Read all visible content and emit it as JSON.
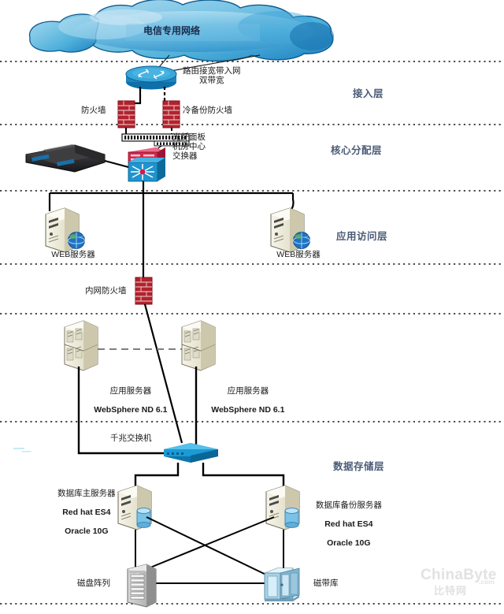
{
  "diagram": {
    "title": "电信专用网络",
    "cloud_label": "电信专用网络",
    "watermark_main": "ChinaByte",
    "watermark_suffix": ".com",
    "watermark_sub": "比特网"
  },
  "zones": [
    {
      "id": "access",
      "label": "接入层"
    },
    {
      "id": "core",
      "label": "核心分配层"
    },
    {
      "id": "app",
      "label": "应用访问层"
    },
    {
      "id": "storage",
      "label": "数据存储层"
    }
  ],
  "nodes": {
    "router": {
      "label": "路由接宽带入网\n双带宽",
      "icon": "router-icon"
    },
    "firewall": {
      "label": "防火墙",
      "icon": "firewall-icon"
    },
    "firewall_cold": {
      "label": "冷备份防火墙",
      "icon": "firewall-icon"
    },
    "fiber_panel": {
      "label": "光纤面板\n机房中心\n交换器",
      "icon": "fiber-panel-icon"
    },
    "core_switch": {
      "label": "",
      "icon": "core-switch-icon"
    },
    "black_device": {
      "label": "",
      "icon": "rack-appliance-icon"
    },
    "web_left": {
      "label": "WEB服务器",
      "icon": "web-server-icon"
    },
    "web_right": {
      "label": "WEB服务器",
      "icon": "web-server-icon"
    },
    "inner_fw": {
      "label": "内网防火墙",
      "icon": "firewall-icon"
    },
    "app_left": {
      "label": "应用服务器",
      "label2": "WebSphere ND 6.1",
      "icon": "app-server-rack-icon"
    },
    "app_right": {
      "label": "应用服务器",
      "label2": "WebSphere ND 6.1",
      "icon": "app-server-rack-icon"
    },
    "gig_switch": {
      "label": "千兆交换机",
      "icon": "switch-icon"
    },
    "db_main": {
      "label": "数据库主服务器",
      "label2": "Red hat ES4",
      "label3": "Oracle 10G",
      "icon": "db-server-icon"
    },
    "db_backup": {
      "label": "数据库备份服务器",
      "label2": "Red hat ES4",
      "label3": "Oracle 10G",
      "icon": "db-server-icon"
    },
    "disk_array": {
      "label": "磁盘阵列",
      "icon": "disk-array-icon"
    },
    "tape_library": {
      "label": "磁带库",
      "icon": "tape-library-icon"
    }
  },
  "colors": {
    "cloud_light": "#aed9ee",
    "cloud_mid": "#5fb6dd",
    "cloud_dark": "#1a7fc1",
    "firewall_red": "#c0202a",
    "switch_blue": "#1b9ad6",
    "core_red": "#cf2b4e",
    "server_beige": "#e8e4cf",
    "link": "#000000",
    "zone_text": "#4a5a75",
    "watermark": "#e2e2e2"
  }
}
